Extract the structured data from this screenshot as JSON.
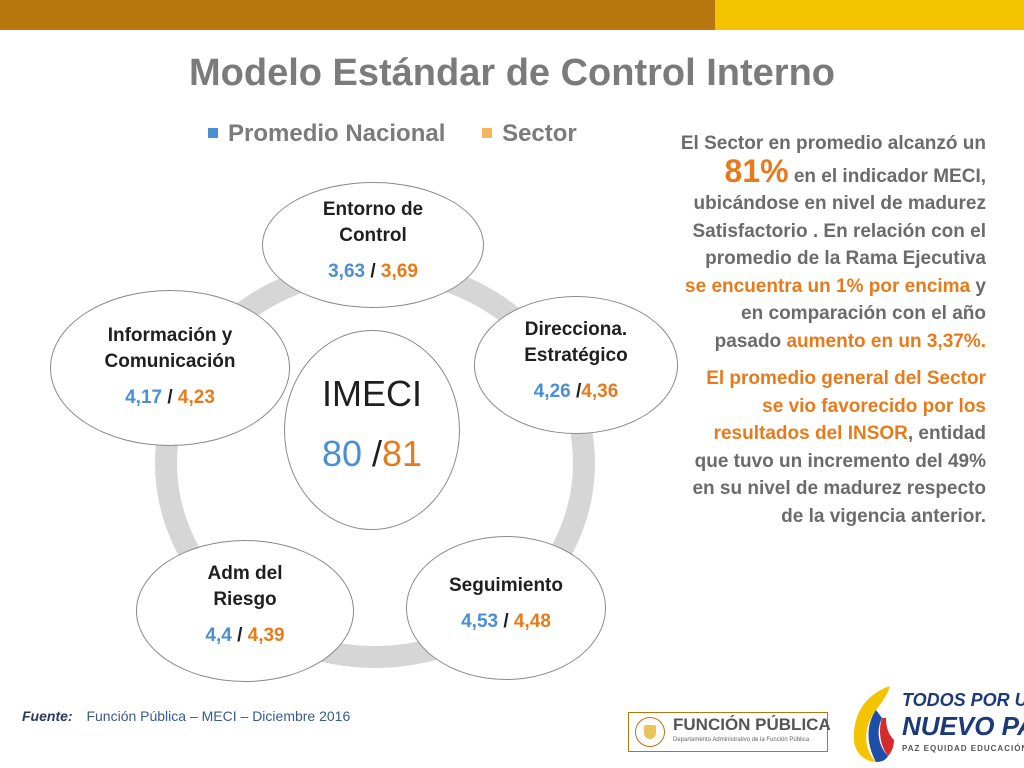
{
  "colors": {
    "promedio_nacional": "#4a8fd6",
    "sector": "#e77b1c",
    "header_brown": "#b8760e",
    "header_yellow": "#f5c400"
  },
  "title": "Modelo Estándar de Control Interno",
  "legend": {
    "promedio_nacional": "Promedio Nacional",
    "sector": "Sector"
  },
  "center": {
    "title": "IMECI",
    "promedio_nacional": "80",
    "separator": " /",
    "sector": "81"
  },
  "nodes": [
    {
      "label": "Entorno de Control",
      "nacional": "3,63",
      "sep": " / ",
      "sector": "3,69"
    },
    {
      "label": "Direcciona. Estratégico",
      "nacional": "4,26",
      "sep": " /",
      "sector": "4,36"
    },
    {
      "label": "Seguimiento",
      "nacional": "4,53",
      "sep": " / ",
      "sector": "4,48"
    },
    {
      "label": "Adm del Riesgo",
      "nacional": "4,4",
      "sep": " / ",
      "sector": "4,39"
    },
    {
      "label": "Información y Comunicación",
      "nacional": "4,17",
      "sep": " / ",
      "sector": "4,23"
    }
  ],
  "paragraph1": {
    "t1": "El Sector en promedio alcanzó un ",
    "pct": "81%",
    "t2": " en el indicador MECI, ubicándose en nivel de madurez Satisfactorio . En relación con el promedio de la Rama Ejecutiva ",
    "h1": "se encuentra un 1% por encima",
    "t3": " y en comparación con el año pasado ",
    "h2": "aumento en un 3,37%."
  },
  "paragraph2": {
    "h1": "El promedio general del Sector se vio favorecido por los resultados del INSOR",
    "t1": ", entidad que tuvo un incremento del 49% en su nivel de madurez respecto de la vigencia anterior."
  },
  "source": {
    "label": "Fuente:",
    "text": "Función Pública – MECI – Diciembre 2016"
  },
  "logo_funcion_publica": {
    "name": "FUNCIÓN PÚBLICA",
    "subtitle": "Departamento Administrativo de la Función Pública"
  },
  "logo_nuevo_pais": {
    "line1": "TODOS POR UN",
    "line2": "NUEVO PAÍS",
    "line3": "PAZ  EQUIDAD  EDUCACIÓN"
  }
}
